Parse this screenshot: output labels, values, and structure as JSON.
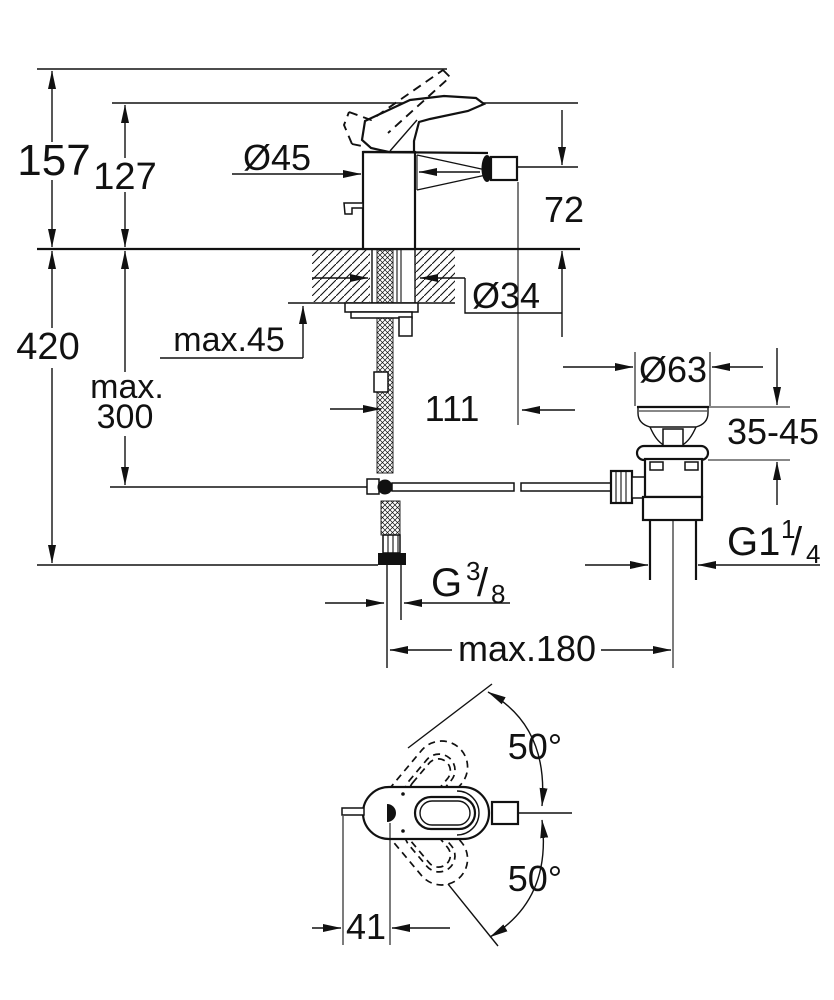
{
  "drawing": {
    "kind": "single-lever bidet mixer installation dimension drawing",
    "colors": {
      "line": "#111111",
      "background": "#ffffff"
    }
  },
  "labels": {
    "d157": "157",
    "d127": "127",
    "d45": "Ø45",
    "d72": "72",
    "d34": "Ø34",
    "dmax45": "max.45",
    "d420": "420",
    "dmax300_1": "max.",
    "dmax300_2": "300",
    "d111": "111",
    "d63": "Ø63",
    "d3545": "35-45",
    "g114": {
      "main": "G1",
      "sup": "1",
      "slash": "/",
      "sub": "4"
    },
    "g38": {
      "main": "G",
      "sup": "3",
      "slash": "/",
      "sub": "8"
    },
    "dmax180": "max.180",
    "angle_upper": "50°",
    "angle_lower": "50°",
    "d41": "41"
  }
}
